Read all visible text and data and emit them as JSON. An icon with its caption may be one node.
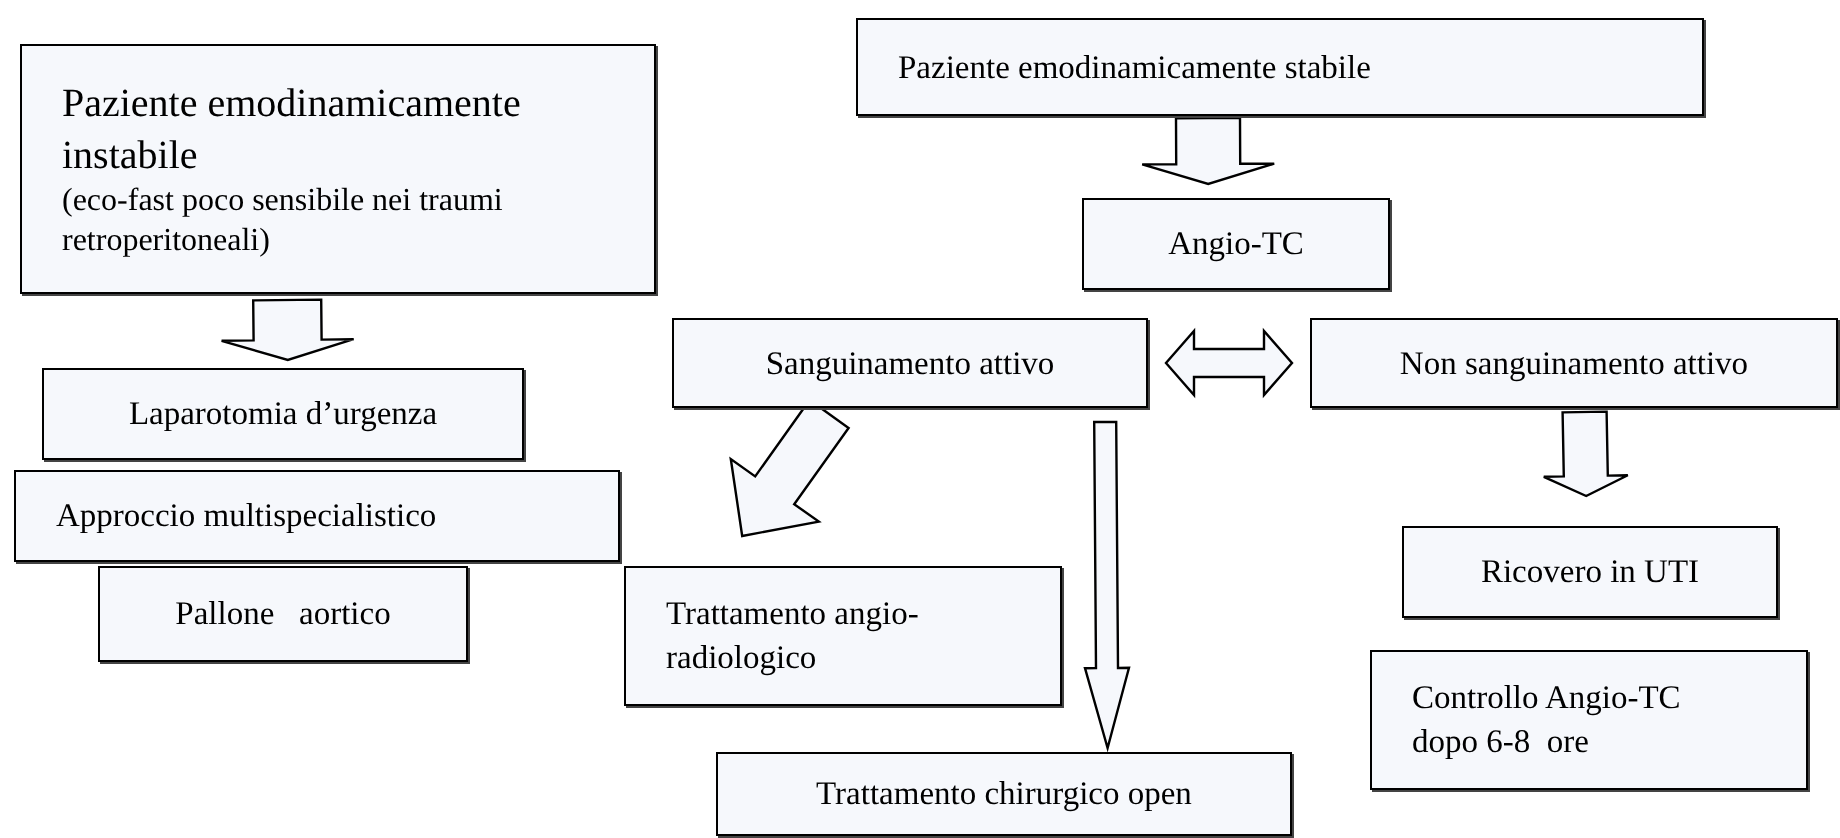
{
  "diagram": {
    "nodes": [
      {
        "text": [
          "Paziente emodinamicamente instabile",
          "(eco-fast poco sensibile nei traumi retroperitoneali)"
        ]
      },
      {
        "text": [
          "Laparotomia d’urgenza"
        ]
      },
      {
        "text": [
          "Approccio multispecialistico"
        ]
      },
      {
        "text": [
          "Pallone   aortico"
        ]
      },
      {
        "text": [
          "Paziente emodinamicamente stabile"
        ]
      },
      {
        "text": [
          "Angio-TC"
        ]
      },
      {
        "text": [
          "Sanguinamento attivo"
        ]
      },
      {
        "text": [
          "Non sanguinamento attivo"
        ]
      },
      {
        "text": [
          "Trattamento angio-radiologico"
        ]
      },
      {
        "text": [
          "Trattamento chirurgico open"
        ]
      },
      {
        "text": [
          "Ricovero in UTI"
        ]
      },
      {
        "text": [
          "Controllo Angio-TC dopo 6-8  ore"
        ]
      }
    ],
    "edges": [
      {
        "from": 0,
        "to": 1,
        "arrow": "to"
      },
      {
        "from": 4,
        "to": 5,
        "arrow": "to"
      },
      {
        "from": 6,
        "to": 7,
        "arrow": "both"
      },
      {
        "from": 6,
        "to": 8,
        "arrow": "to"
      },
      {
        "from": 6,
        "to": 9,
        "arrow": "to"
      },
      {
        "from": 7,
        "to": 10,
        "arrow": "to"
      }
    ]
  }
}
